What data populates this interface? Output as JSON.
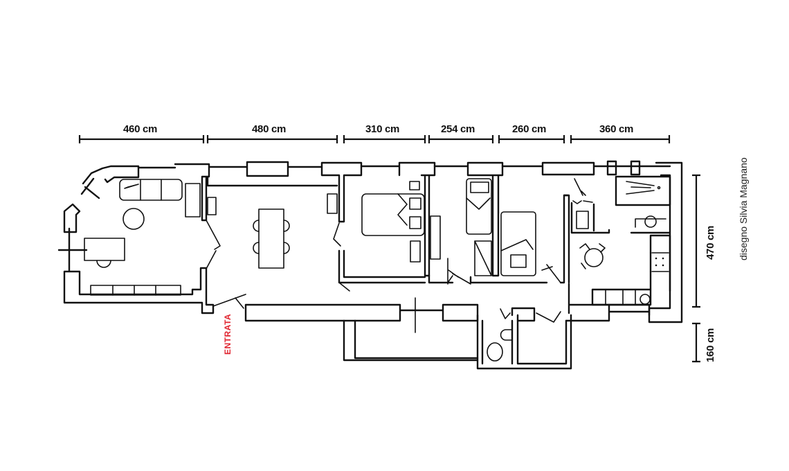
{
  "dimensions": {
    "widths": [
      "460 cm",
      "480 cm",
      "310 cm",
      "254 cm",
      "260 cm",
      "360 cm"
    ],
    "depth_main": "470 cm",
    "depth_annex": "160 cm"
  },
  "labels": {
    "entrance": "ENTRATA",
    "credit": "disegno Silvia Magnano"
  },
  "colors": {
    "lines": "#111111",
    "entrance": "#e0242f"
  }
}
